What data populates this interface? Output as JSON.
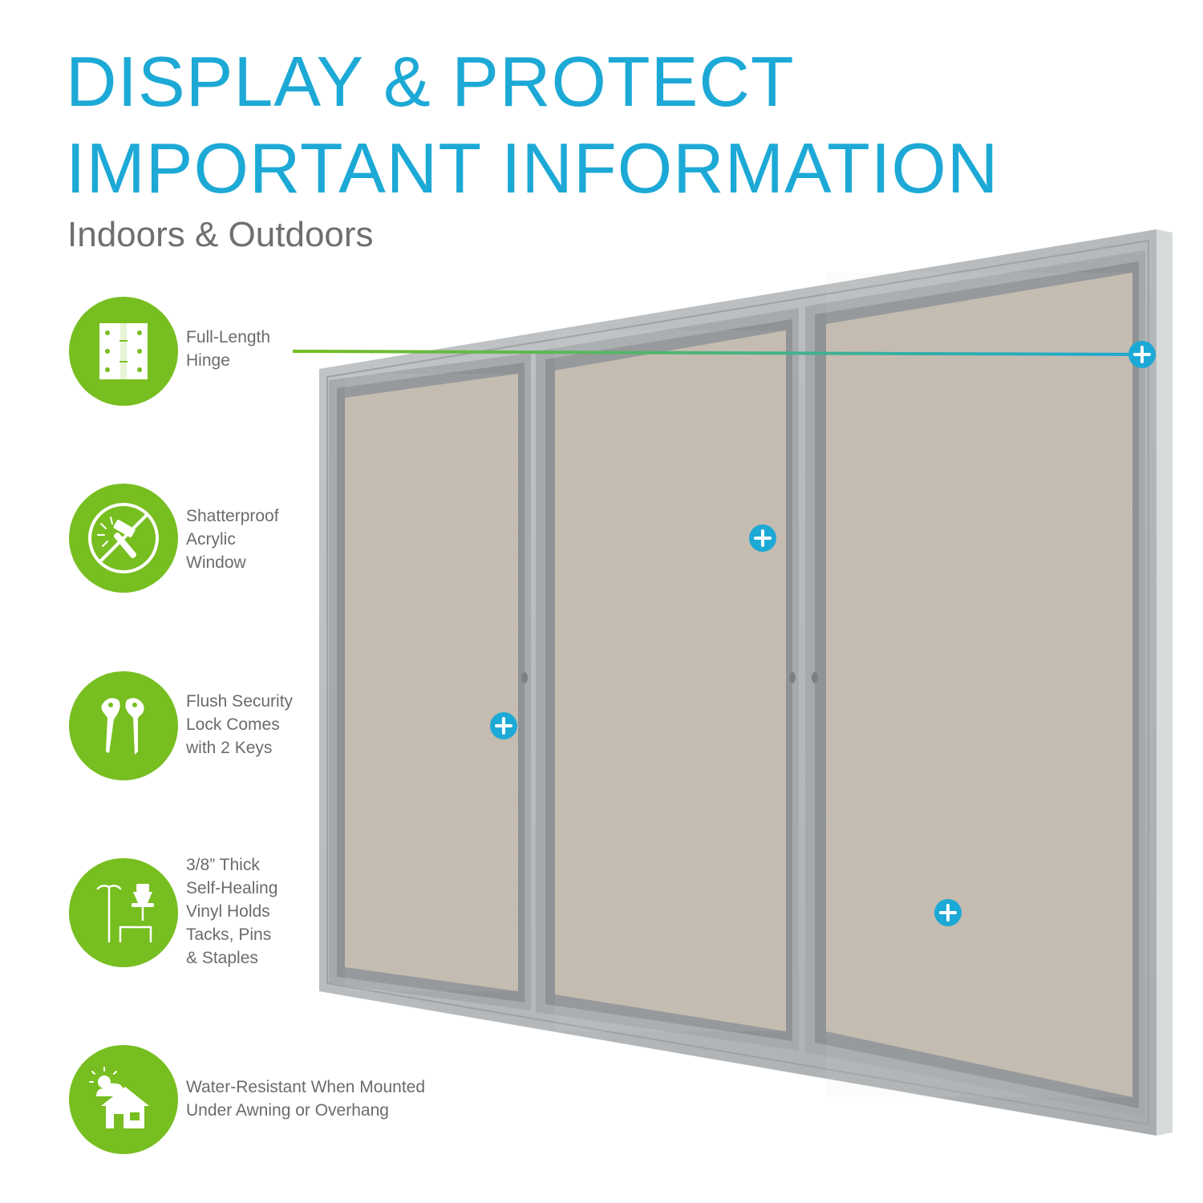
{
  "heading": {
    "line1": "DISPLAY & PROTECT",
    "line2": "IMPORTANT INFORMATION",
    "subtitle": "Indoors & Outdoors"
  },
  "features": [
    {
      "icon": "hinge-icon",
      "lines": [
        "Full-Length",
        "Hinge"
      ]
    },
    {
      "icon": "no-hammer-icon",
      "lines": [
        "Shatterproof",
        "Acrylic",
        "Window"
      ]
    },
    {
      "icon": "keys-icon",
      "lines": [
        "Flush Security",
        "Lock Comes",
        "with 2 Keys"
      ]
    },
    {
      "icon": "pushpin-icon",
      "lines": [
        "3/8” Thick",
        "Self-Healing",
        "Vinyl Holds",
        "Tacks, Pins",
        "& Staples"
      ]
    },
    {
      "icon": "house-sun-icon",
      "lines": [
        "Water-Resistant When Mounted",
        "Under Awning or Overhang"
      ]
    }
  ],
  "colors": {
    "title": "#1da9d6",
    "subtitle": "#6f6f6f",
    "badge_green": "#77be20",
    "callout_blue": "#1da9d6",
    "frame_silver": "#b5b8ba",
    "vinyl_beige": "#c2b9ad"
  }
}
